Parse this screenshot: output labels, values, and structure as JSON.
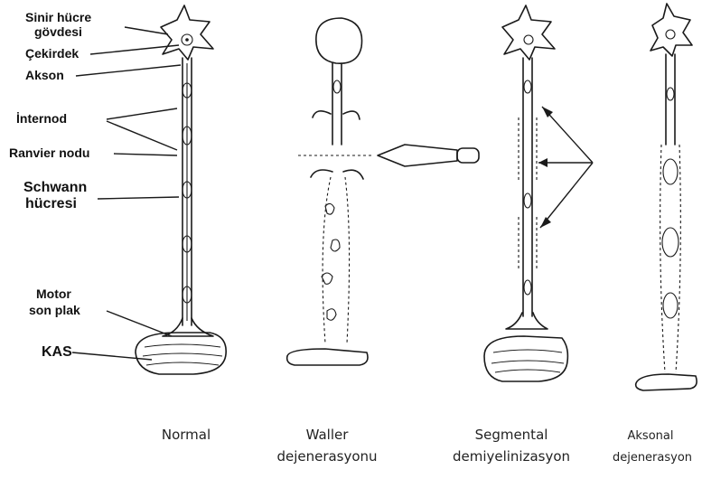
{
  "labels": {
    "sinir_hucre_l1": "Sinir hücre",
    "sinir_hucre_l2": "gövdesi",
    "cekirdek": "Çekirdek",
    "akson": "Akson",
    "internod": "İnternod",
    "ranvier": "Ranvier nodu",
    "schwann_l1": "Schwann",
    "schwann_l2": "hücresi",
    "motor_l1": "Motor",
    "motor_l2": "son plak",
    "kas": "KAS"
  },
  "captions": {
    "normal": "Normal",
    "waller_l1": "Waller",
    "waller_l2": "dejenerasyonu",
    "segmental_l1": "Segmental",
    "segmental_l2": "demiyelinizasyon",
    "aksonal_l1": "Aksonal",
    "aksonal_l2": "dejenerasyon"
  }
}
